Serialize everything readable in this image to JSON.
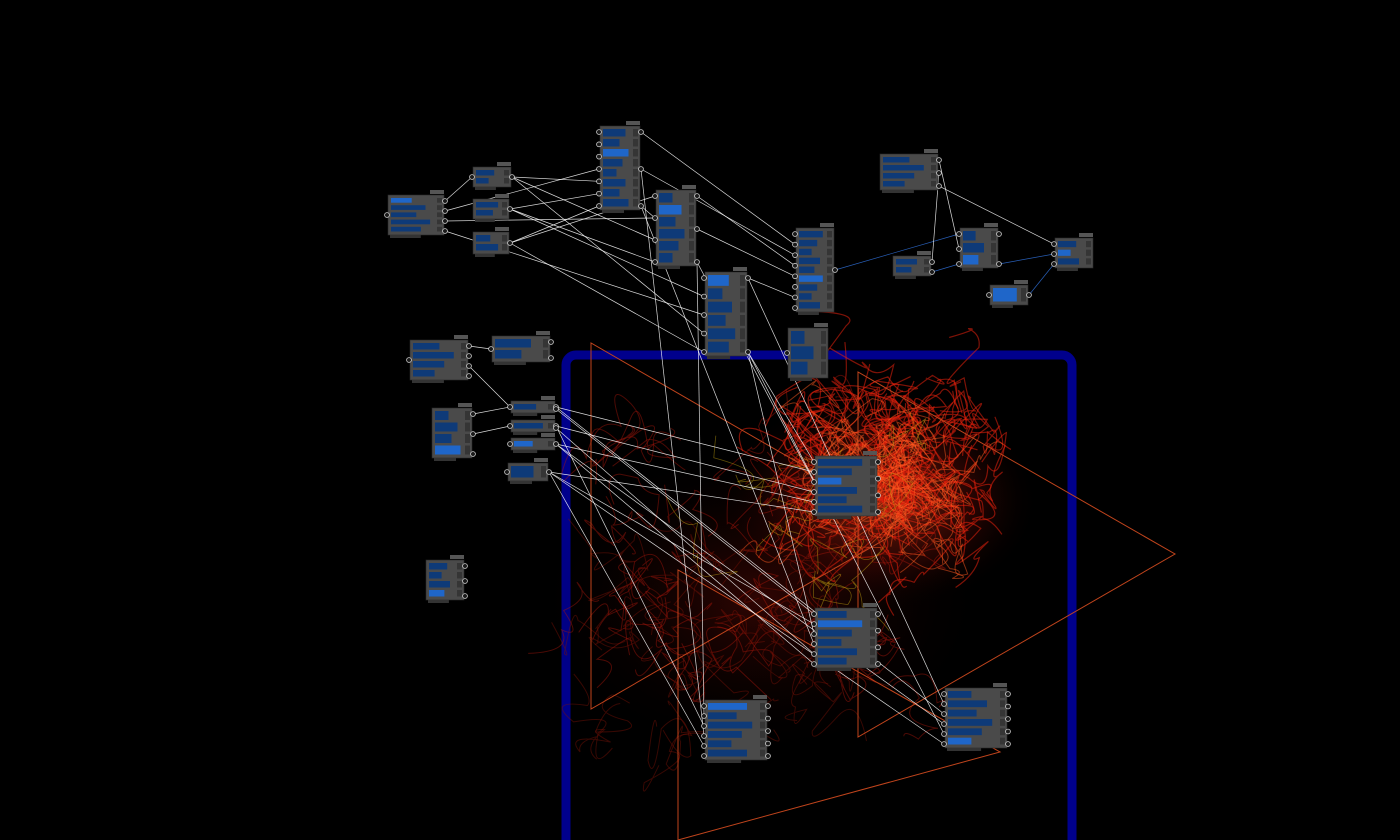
{
  "canvas": {
    "background": "#000000",
    "frame_color": "#00008c",
    "triangle_color": "#c0441c",
    "wire_color": "#ffffff",
    "active_wire_color": "#2f6fd6",
    "node_body_color": "#4a4a4a",
    "node_field_color": "#0e3a78",
    "node_highlight_color": "#1f66c9",
    "scribble_color": "#e5200c"
  },
  "nodes": [
    {
      "id": "n_a",
      "in": 1,
      "out": 4,
      "rows": 5
    },
    {
      "id": "n_b",
      "in": 1,
      "out": 1,
      "rows": 2
    },
    {
      "id": "n_c",
      "in": 0,
      "out": 1,
      "rows": 2
    },
    {
      "id": "n_d",
      "in": 0,
      "out": 1,
      "rows": 2
    },
    {
      "id": "n_e",
      "in": 7,
      "out": 3,
      "rows": 8
    },
    {
      "id": "n_f",
      "in": 4,
      "out": 3,
      "rows": 6
    },
    {
      "id": "n_g",
      "in": 5,
      "out": 2,
      "rows": 6
    },
    {
      "id": "n_h",
      "in": 8,
      "out": 1,
      "rows": 9
    },
    {
      "id": "n_i",
      "in": 0,
      "out": 3,
      "rows": 4
    },
    {
      "id": "n_j",
      "in": 0,
      "out": 2,
      "rows": 2
    },
    {
      "id": "n_k",
      "in": 3,
      "out": 2,
      "rows": 3
    },
    {
      "id": "n_l",
      "in": 3,
      "out": 0,
      "rows": 3
    },
    {
      "id": "n_m",
      "in": 1,
      "out": 1,
      "rows": 1
    },
    {
      "id": "n_n",
      "in": 1,
      "out": 4,
      "rows": 4
    },
    {
      "id": "n_o",
      "in": 1,
      "out": 2,
      "rows": 2
    },
    {
      "id": "n_p",
      "in": 0,
      "out": 3,
      "rows": 4
    },
    {
      "id": "n_q",
      "in": 1,
      "out": 2,
      "rows": 1
    },
    {
      "id": "n_r",
      "in": 1,
      "out": 2,
      "rows": 1
    },
    {
      "id": "n_s",
      "in": 1,
      "out": 1,
      "rows": 1
    },
    {
      "id": "n_t",
      "in": 1,
      "out": 1,
      "rows": 1
    },
    {
      "id": "n_u",
      "in": 1,
      "out": 0,
      "rows": 3
    },
    {
      "id": "n_v",
      "in": 0,
      "out": 3,
      "rows": 4
    },
    {
      "id": "n_w",
      "in": 6,
      "out": 4,
      "rows": 6
    },
    {
      "id": "n_x",
      "in": 6,
      "out": 4,
      "rows": 6
    },
    {
      "id": "n_y",
      "in": 6,
      "out": 5,
      "rows": 6
    },
    {
      "id": "n_z",
      "in": 6,
      "out": 5,
      "rows": 6
    }
  ]
}
